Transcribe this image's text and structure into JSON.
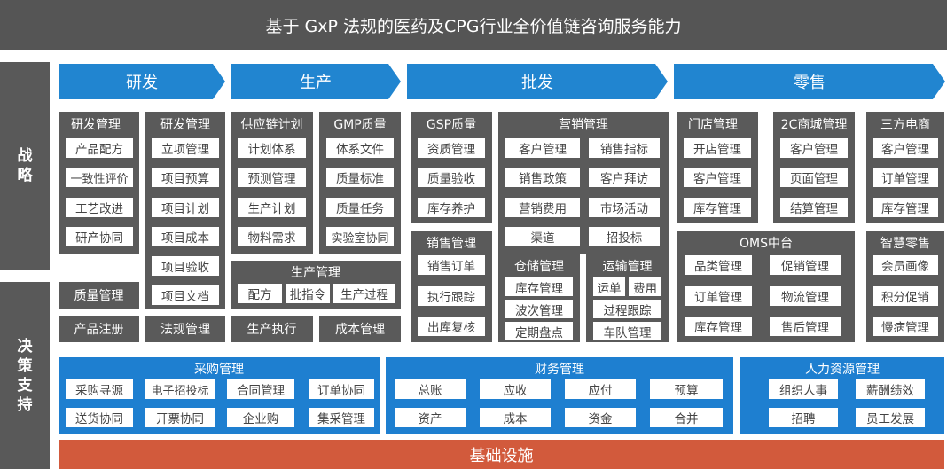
{
  "title": "基于 GxP 法规的医药及CPG行业全价值链咨询服务能力",
  "side": {
    "strategy": "战略",
    "decision": "决策支持"
  },
  "stages": [
    "研发",
    "生产",
    "批发",
    "零售"
  ],
  "panels": {
    "rd_mgmt1": {
      "title": "研发管理",
      "items": [
        "产品配方",
        "一致性评价",
        "工艺改进",
        "研产协同"
      ]
    },
    "rd_mgmt2": {
      "title": "研发管理",
      "items": [
        "立项管理",
        "项目预算",
        "项目计划",
        "项目成本",
        "项目验收",
        "项目文档"
      ]
    },
    "quality": "质量管理",
    "registration": "产品注册",
    "regulation": "法规管理",
    "supply_chain": {
      "title": "供应链计划",
      "items": [
        "计划体系",
        "预测管理",
        "生产计划",
        "物料需求"
      ]
    },
    "gmp": {
      "title": "GMP质量",
      "items": [
        "体系文件",
        "质量标准",
        "质量任务",
        "实验室协同"
      ]
    },
    "production": {
      "title": "生产管理",
      "items": [
        "配方",
        "批指令",
        "生产过程"
      ]
    },
    "prod_exec": "生产执行",
    "cost_mgmt": "成本管理",
    "gsp": {
      "title": "GSP质量",
      "items": [
        "资质管理",
        "质量验收",
        "库存养护"
      ]
    },
    "marketing": {
      "title": "营销管理",
      "items": [
        "客户管理",
        "销售指标",
        "销售政策",
        "客户拜访",
        "营销费用",
        "市场活动",
        "渠道",
        "招投标"
      ]
    },
    "sales": {
      "title": "销售管理",
      "items": [
        "销售订单",
        "执行跟踪",
        "出库复核"
      ]
    },
    "warehouse": {
      "title": "仓储管理",
      "items": [
        "库存管理",
        "波次管理",
        "定期盘点"
      ]
    },
    "transport": {
      "title": "运输管理",
      "items": [
        "运单",
        "费用",
        "过程跟踪",
        "车队管理"
      ]
    },
    "store": {
      "title": "门店管理",
      "items": [
        "开店管理",
        "客户管理",
        "库存管理"
      ]
    },
    "mall2c": {
      "title": "2C商城管理",
      "items": [
        "客户管理",
        "页面管理",
        "结算管理"
      ]
    },
    "ecommerce": {
      "title": "三方电商",
      "items": [
        "客户管理",
        "订单管理",
        "库存管理"
      ]
    },
    "oms": {
      "title": "OMS中台",
      "items": [
        "品类管理",
        "促销管理",
        "订单管理",
        "物流管理",
        "库存管理",
        "售后管理"
      ]
    },
    "smart_retail": {
      "title": "智慧零售",
      "items": [
        "会员画像",
        "积分促销",
        "慢病管理"
      ]
    },
    "purchase": {
      "title": "采购管理",
      "items": [
        "采购寻源",
        "电子招投标",
        "合同管理",
        "订单协同",
        "送货协同",
        "开票协同",
        "企业购",
        "集采管理"
      ]
    },
    "finance": {
      "title": "财务管理",
      "items": [
        "总账",
        "应收",
        "应付",
        "预算",
        "资产",
        "成本",
        "资金",
        "合并"
      ]
    },
    "hr": {
      "title": "人力资源管理",
      "items": [
        "组织人事",
        "薪酬绩效",
        "招聘",
        "员工发展"
      ]
    }
  },
  "infrastructure": "基础设施",
  "colors": {
    "dark": "#5a5a5a",
    "blue": "#1e7fd0",
    "orange": "#d25a3c"
  }
}
